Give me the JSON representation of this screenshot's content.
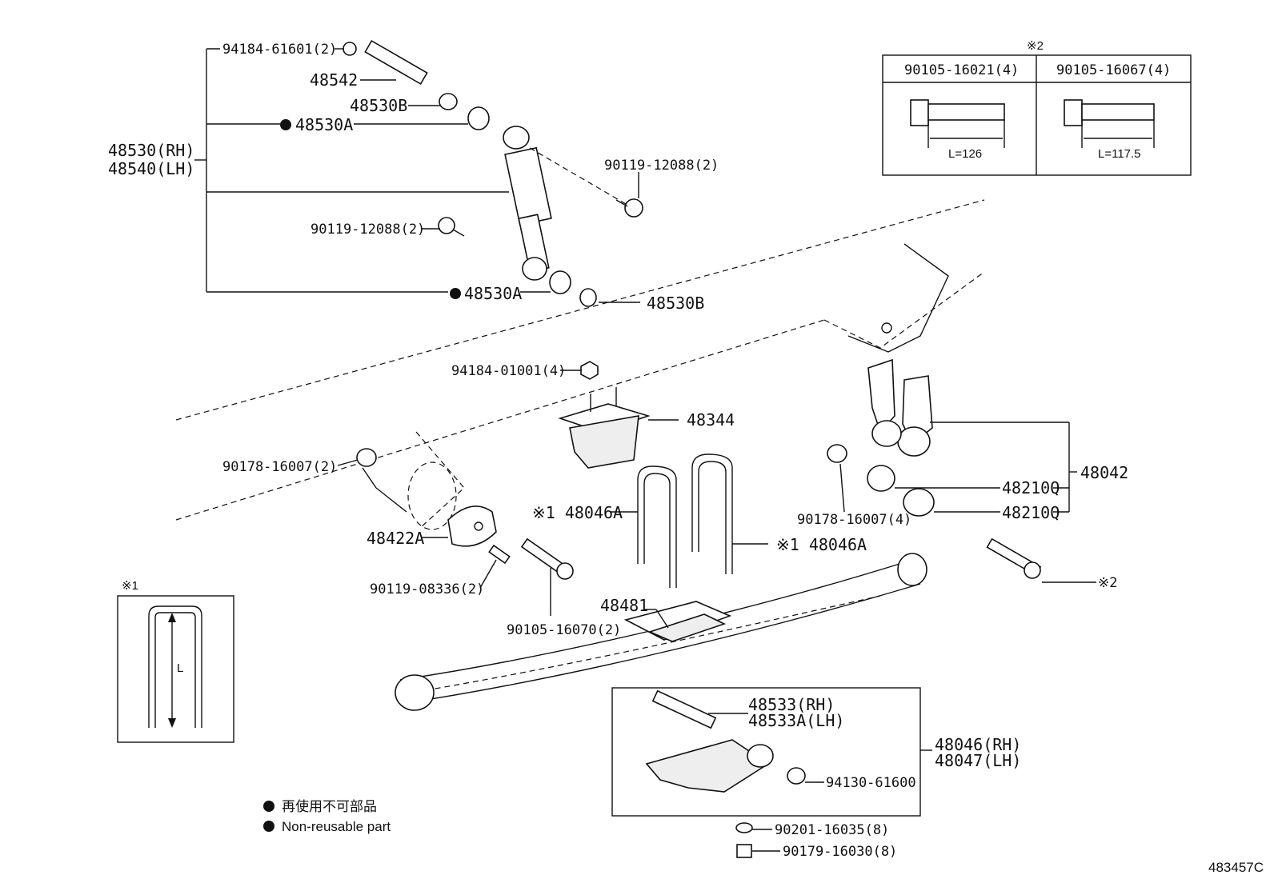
{
  "labels": {
    "p94184_61601": "94184-61601(2)",
    "p48542": "48542",
    "p48530B_top": "48530B",
    "p48530A_top": "48530A",
    "p48530": "48530(RH)",
    "p48540": "48540(LH)",
    "p90119_12088_a": "90119-12088(2)",
    "p90119_12088_b": "90119-12088(2)",
    "p48530A_bottom": "48530A",
    "p48530B_bottom": "48530B",
    "p94184_01001": "94184-01001(4)",
    "p48344": "48344",
    "p90178_16007_a": "90178-16007(2)",
    "p48046A_left": "※1 48046A",
    "p48046A_right": "※1 48046A",
    "p48422A": "48422A",
    "p90119_08336": "90119-08336(2)",
    "p90105_16070": "90105-16070(2)",
    "p48481": "48481",
    "p90178_16007_b": "90178-16007(4)",
    "p48210Q_a": "48210Q",
    "p48210Q_b": "48210Q",
    "p48042": "48042",
    "ref2_bolt": "※2",
    "p48533": "48533(RH)",
    "p48533A": "48533A(LH)",
    "p48046": "48046(RH)",
    "p48047": "48047(LH)",
    "p94130_61600": "94130-61600",
    "p90201_16035": "90201-16035(8)",
    "p90179_16030": "90179-16030(8)"
  },
  "note1": {
    "mark": "※1",
    "dimension": "L"
  },
  "note2": {
    "mark": "※2",
    "col1_part": "90105-16021(4)",
    "col2_part": "90105-16067(4)",
    "col1_length": "L=126",
    "col2_length": "L=117.5"
  },
  "legend": {
    "jp": "再使用不可部品",
    "en": "Non-reusable part"
  },
  "figure_code": "483457C"
}
